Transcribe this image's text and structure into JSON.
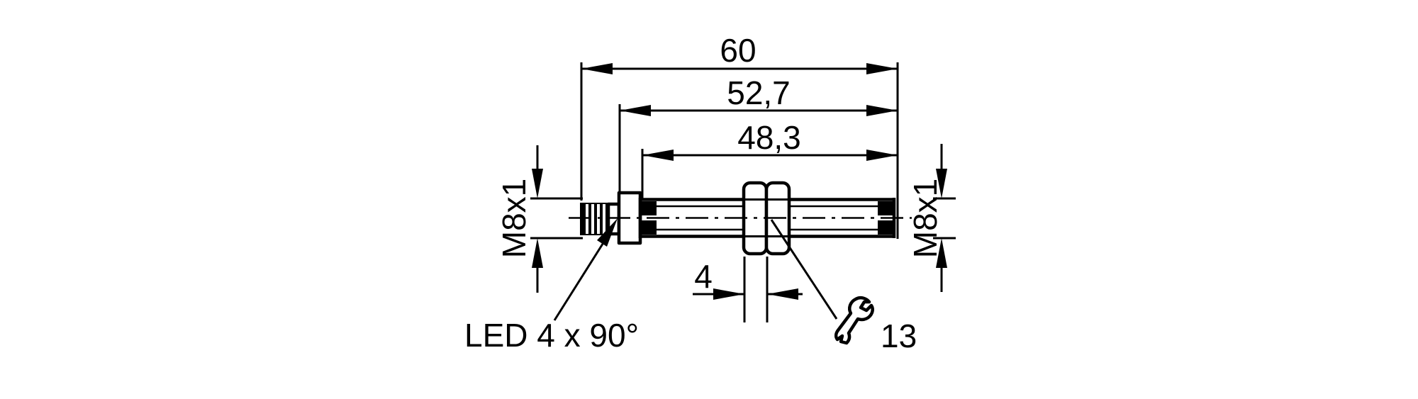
{
  "drawing": {
    "type": "technical-dimension-drawing",
    "background_color": "#ffffff",
    "line_color": "#000000",
    "dimensions": {
      "overall_length": "60",
      "body_length": "52,7",
      "thread_length": "48,3",
      "nut_width": "4",
      "connector_thread": "M8x1",
      "barrel_thread": "M8x1",
      "wrench_size": "13",
      "led_label": "LED 4 x 90°"
    },
    "icons": {
      "wrench_icon": "wrench"
    }
  }
}
